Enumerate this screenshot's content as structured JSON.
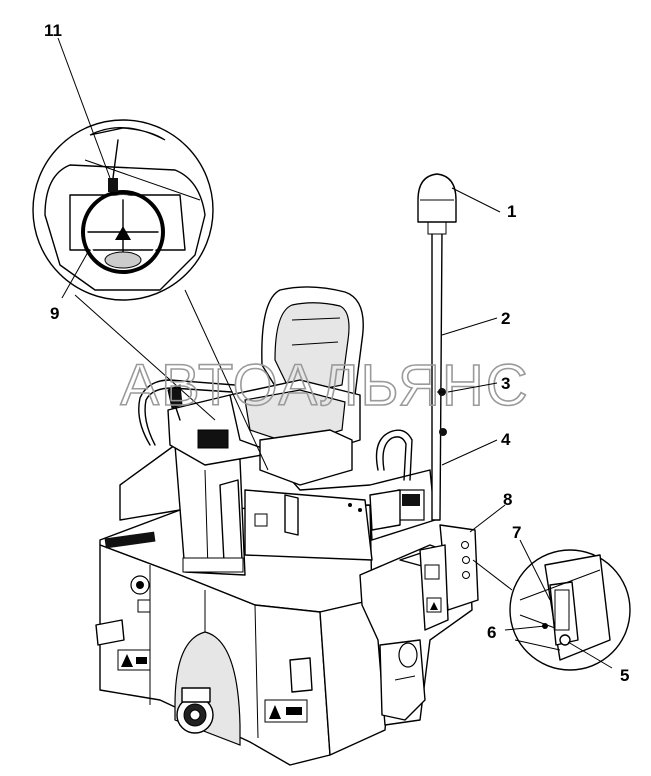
{
  "watermark": "АВТОАЛЬЯНС",
  "callouts": [
    {
      "id": "c1",
      "label": "1"
    },
    {
      "id": "c2",
      "label": "2"
    },
    {
      "id": "c3",
      "label": "3"
    },
    {
      "id": "c4",
      "label": "4"
    },
    {
      "id": "c5",
      "label": "5"
    },
    {
      "id": "c6",
      "label": "6"
    },
    {
      "id": "c7",
      "label": "7"
    },
    {
      "id": "c8",
      "label": "8"
    },
    {
      "id": "c9",
      "label": "9"
    },
    {
      "id": "c11",
      "label": "11"
    }
  ]
}
